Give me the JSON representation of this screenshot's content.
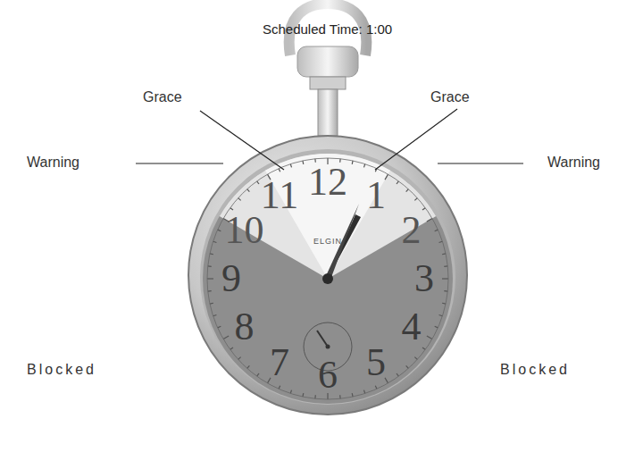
{
  "diagram": {
    "title": "Scheduled Time: 1:00",
    "labels": [
      "Grace",
      "Grace",
      "Warning",
      "Warning",
      "12",
      "1",
      "2",
      "3",
      "4",
      "5",
      "6",
      "7",
      "8",
      "9",
      "10",
      "11",
      "ELGIN",
      "Blocked",
      "Blocked"
    ]
  }
}
